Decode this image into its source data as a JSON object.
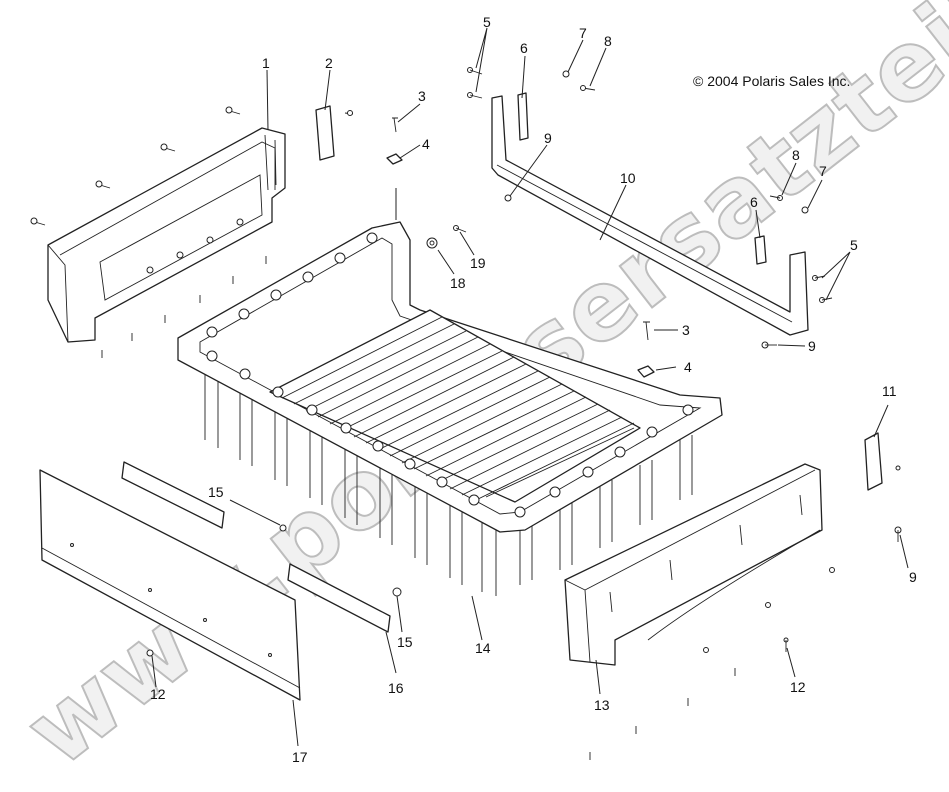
{
  "copyright": "© 2004 Polaris Sales Inc.",
  "watermark": "www.polarisersatzteile.de",
  "callouts": [
    {
      "label": "1"
    },
    {
      "label": "2"
    },
    {
      "label": "3"
    },
    {
      "label": "4"
    },
    {
      "label": "5"
    },
    {
      "label": "6"
    },
    {
      "label": "7"
    },
    {
      "label": "8"
    },
    {
      "label": "9"
    },
    {
      "label": "10"
    },
    {
      "label": "8"
    },
    {
      "label": "7"
    },
    {
      "label": "6"
    },
    {
      "label": "5"
    },
    {
      "label": "3"
    },
    {
      "label": "9"
    },
    {
      "label": "4"
    },
    {
      "label": "18"
    },
    {
      "label": "19"
    },
    {
      "label": "11"
    },
    {
      "label": "9"
    },
    {
      "label": "15"
    },
    {
      "label": "15"
    },
    {
      "label": "16"
    },
    {
      "label": "12"
    },
    {
      "label": "17"
    },
    {
      "label": "14"
    },
    {
      "label": "13"
    },
    {
      "label": "12"
    }
  ]
}
